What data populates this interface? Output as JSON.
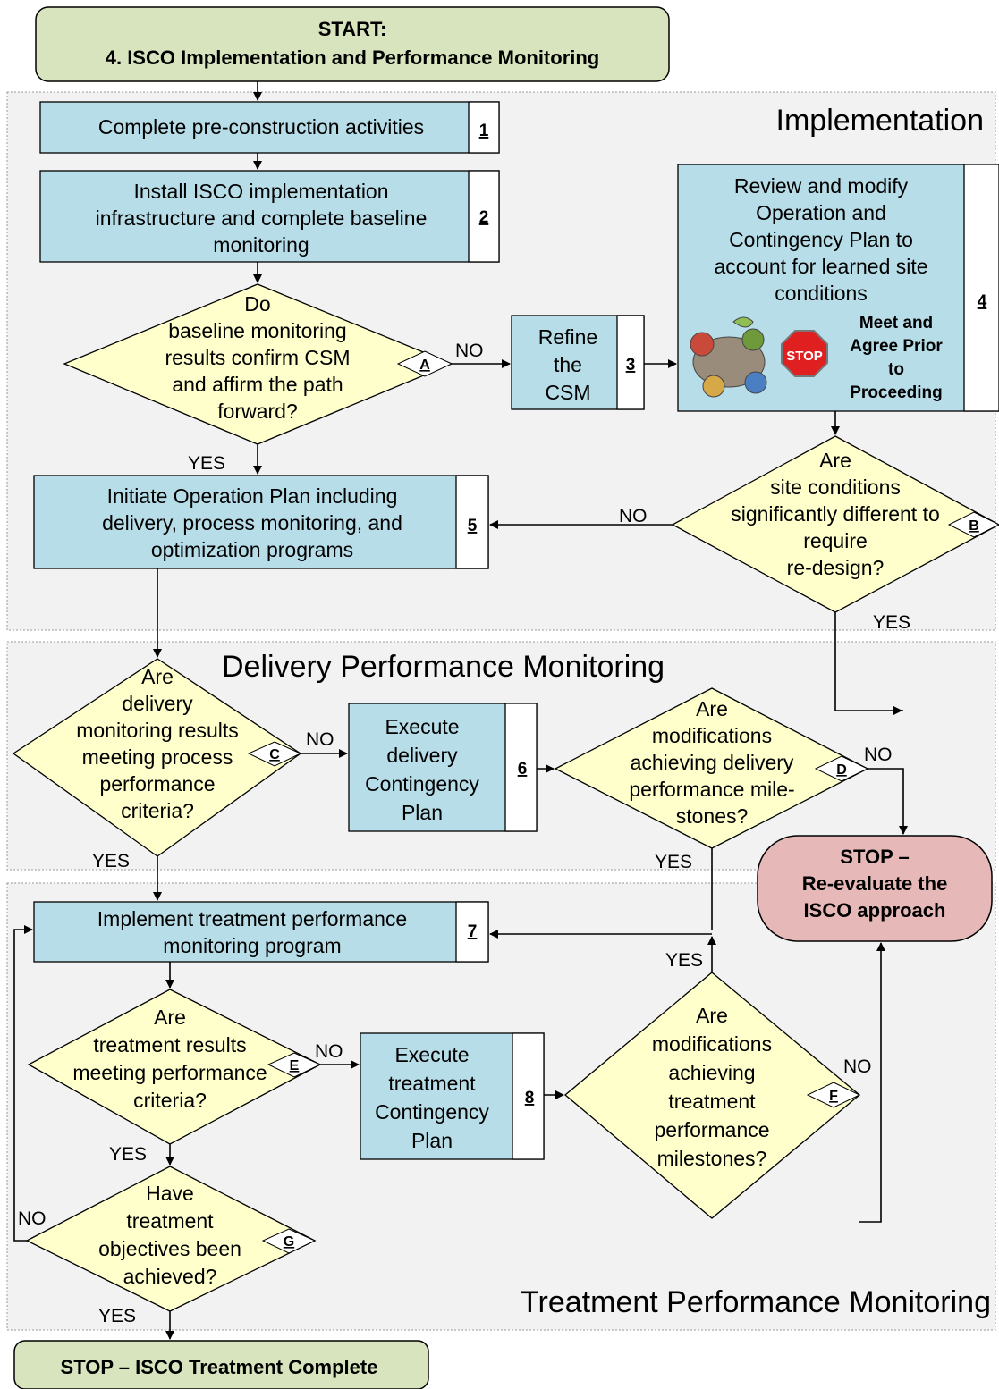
{
  "colors": {
    "process_fill": "#b7dde8",
    "decision_fill": "#ffffcc",
    "terminal_fill": "#d7e4bd",
    "stop_fill": "#e6b9b8",
    "section_fill": "#f2f2f2",
    "stop_sign": "#e02020"
  },
  "start": {
    "line1": "START:",
    "line2": "4.  ISCO Implementation and Performance Monitoring"
  },
  "sections": {
    "implementation": "Implementation",
    "delivery": "Delivery Performance Monitoring",
    "treatment": "Treatment Performance Monitoring"
  },
  "steps": {
    "s1": {
      "num": "1",
      "lines": [
        "Complete pre-construction activities"
      ]
    },
    "s2": {
      "num": "2",
      "lines": [
        "Install ISCO implementation",
        "infrastructure and complete baseline",
        "monitoring"
      ]
    },
    "s3": {
      "num": "3",
      "lines": [
        "Refine",
        "the",
        "CSM"
      ]
    },
    "s4": {
      "num": "4",
      "lines": [
        "Review and modify",
        "Operation and",
        "Contingency Plan to",
        "account for learned site",
        "conditions"
      ],
      "note": [
        "Meet and",
        "Agree Prior",
        "to",
        "Proceeding"
      ],
      "stop_sign": "STOP"
    },
    "s5": {
      "num": "5",
      "lines": [
        "Initiate Operation Plan including",
        "delivery, process monitoring, and",
        "optimization programs"
      ]
    },
    "s6": {
      "num": "6",
      "lines": [
        "Execute",
        "delivery",
        "Contingency",
        "Plan"
      ]
    },
    "s7": {
      "num": "7",
      "lines": [
        "Implement treatment performance",
        "monitoring program"
      ]
    },
    "s8": {
      "num": "8",
      "lines": [
        "Execute",
        "treatment",
        "Contingency",
        "Plan"
      ]
    }
  },
  "decisions": {
    "A": {
      "letter": "A",
      "lines": [
        "Do",
        "baseline monitoring",
        "results confirm CSM",
        "and affirm the path",
        "forward?"
      ]
    },
    "B": {
      "letter": "B",
      "lines": [
        "Are",
        "site conditions",
        "significantly different to",
        "require",
        "re-design?"
      ]
    },
    "C": {
      "letter": "C",
      "lines": [
        "Are",
        "delivery",
        "monitoring results",
        "meeting process",
        "performance",
        "criteria?"
      ]
    },
    "D": {
      "letter": "D",
      "lines": [
        "Are",
        "modifications",
        "achieving delivery",
        "performance mile-",
        "stones?"
      ]
    },
    "E": {
      "letter": "E",
      "lines": [
        "Are",
        "treatment results",
        "meeting performance",
        "criteria?"
      ]
    },
    "F": {
      "letter": "F",
      "lines": [
        "Are",
        "modifications",
        "achieving",
        "treatment",
        "performance",
        "milestones?"
      ]
    },
    "G": {
      "letter": "G",
      "lines": [
        "Have",
        "treatment",
        "objectives been",
        "achieved?"
      ]
    }
  },
  "stop_reevaluate": [
    "STOP –",
    "Re-evaluate the",
    "ISCO approach"
  ],
  "stop_complete": "STOP – ISCO Treatment Complete",
  "edge_labels": {
    "yes": "YES",
    "no": "NO"
  }
}
